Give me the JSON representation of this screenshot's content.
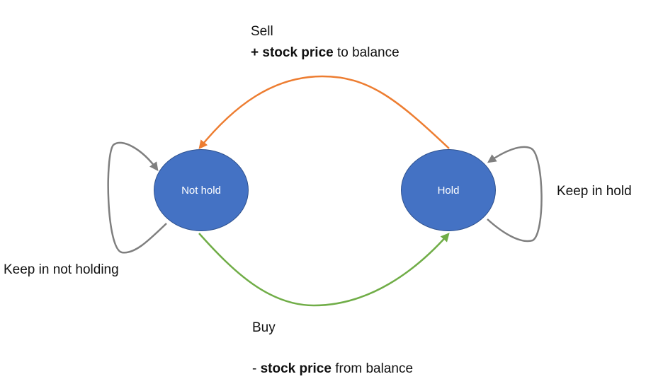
{
  "nodes": {
    "not_hold": {
      "label": "Not hold"
    },
    "hold": {
      "label": "Hold"
    }
  },
  "edges": {
    "sell": {
      "title": "Sell",
      "detail_prefix": "+ ",
      "detail_bold": "stock price",
      "detail_rest": " to balance",
      "color": "#ED7D31"
    },
    "buy": {
      "title": "Buy",
      "detail_prefix": "- ",
      "detail_bold": "stock price",
      "detail_rest": " from balance",
      "color": "#70AD47"
    },
    "keep_hold": {
      "label": "Keep in hold",
      "color": "#7F7F7F"
    },
    "keep_not_holding": {
      "label": "Keep in not holding",
      "color": "#7F7F7F"
    }
  },
  "colors": {
    "node_fill": "#4472C4",
    "node_border": "#2F528F",
    "node_text": "#FFFFFF"
  }
}
